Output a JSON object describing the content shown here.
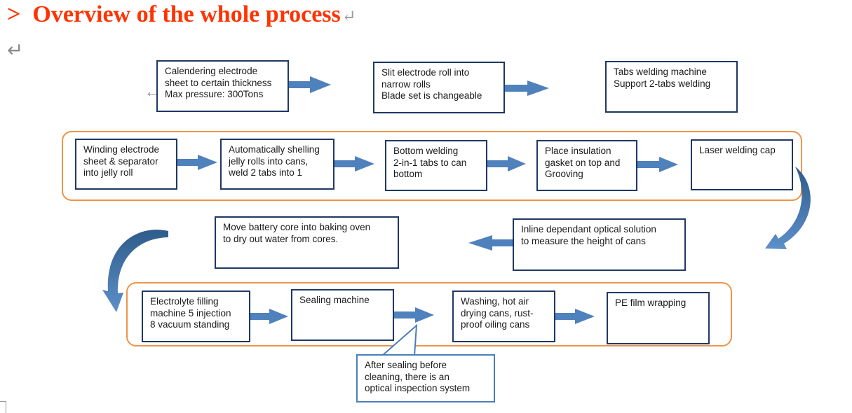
{
  "title": "Overview of the whole process",
  "title_marker": ">",
  "return_mark": "↵",
  "steps": {
    "calendering": "Calendering electrode\nsheet to certain thickness\nMax pressure: 300Tons",
    "slit": "Slit electrode roll into\nnarrow rolls\nBlade set is changeable",
    "tabs_welding": "Tabs welding machine\nSupport 2-tabs welding",
    "winding": "Winding electrode\nsheet & separator\ninto jelly roll",
    "shelling": "Automatically shelling\njelly rolls into cans,\nweld 2 tabs into 1",
    "bottom_welding": "Bottom welding\n2-in-1 tabs to can\nbottom",
    "insulation": "Place insulation\ngasket on top and\nGrooving",
    "laser_welding": "Laser welding cap",
    "baking": "Move battery core into baking oven\nto dry out water from cores.",
    "optical_height": "Inline dependant optical solution\nto measure the height of cans",
    "electrolyte": "Electrolyte filling\nmachine 5  injection\n8 vacuum standing",
    "sealing": "Sealing machine",
    "washing": "Washing, hot air\ndrying cans, rust-\nproof oiling cans",
    "pe_film": "PE film wrapping",
    "callout": "After sealing before\ncleaning,  there is an\noptical inspection system"
  },
  "colors": {
    "title": "#ff3300",
    "box_border": "#1f3864",
    "group_border": "#ef9448",
    "arrow": "#4f81bd",
    "callout_border": "#4a7ebb"
  }
}
